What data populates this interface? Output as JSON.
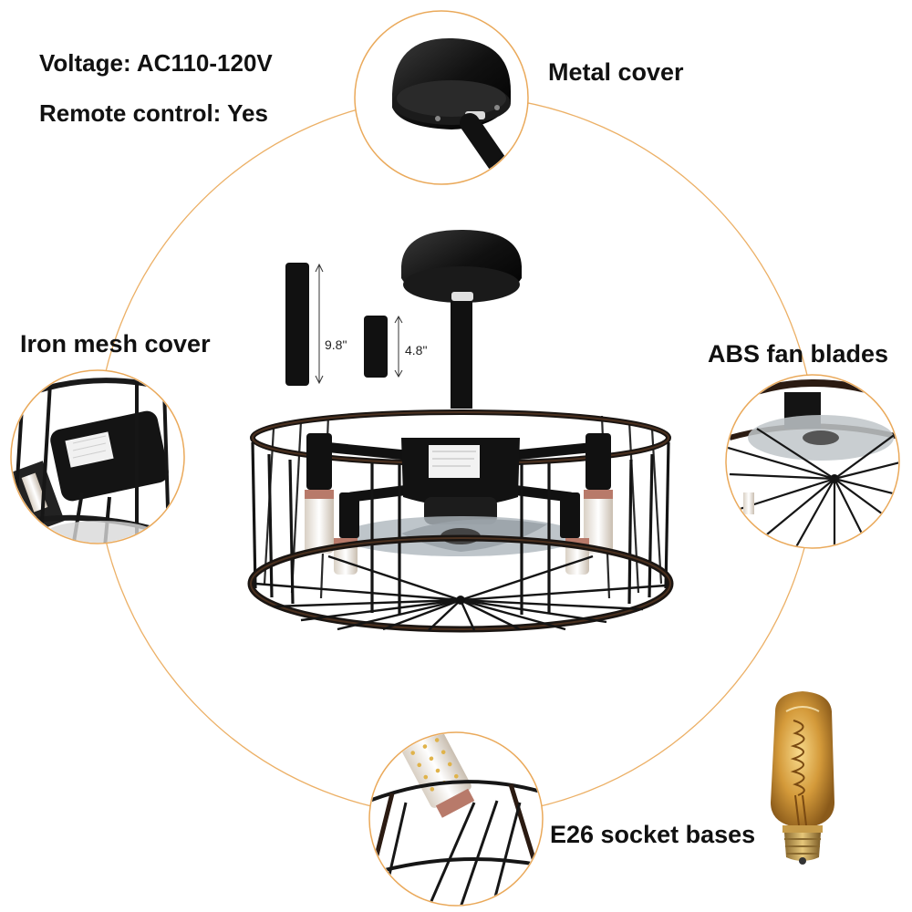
{
  "specs": {
    "voltage": "Voltage: AC110-120V",
    "remote": "Remote control: Yes"
  },
  "callouts": {
    "metal_cover": "Metal cover",
    "iron_mesh": "Iron mesh cover",
    "abs_blades": "ABS fan blades",
    "socket": "E26 socket bases"
  },
  "downrods": {
    "long": "9.8\"",
    "short": "4.8\""
  },
  "colors": {
    "ring": "#e8a85c",
    "metal": "#121212",
    "rust": "#5a3a22",
    "bulb_glow": "#d49a3a"
  }
}
